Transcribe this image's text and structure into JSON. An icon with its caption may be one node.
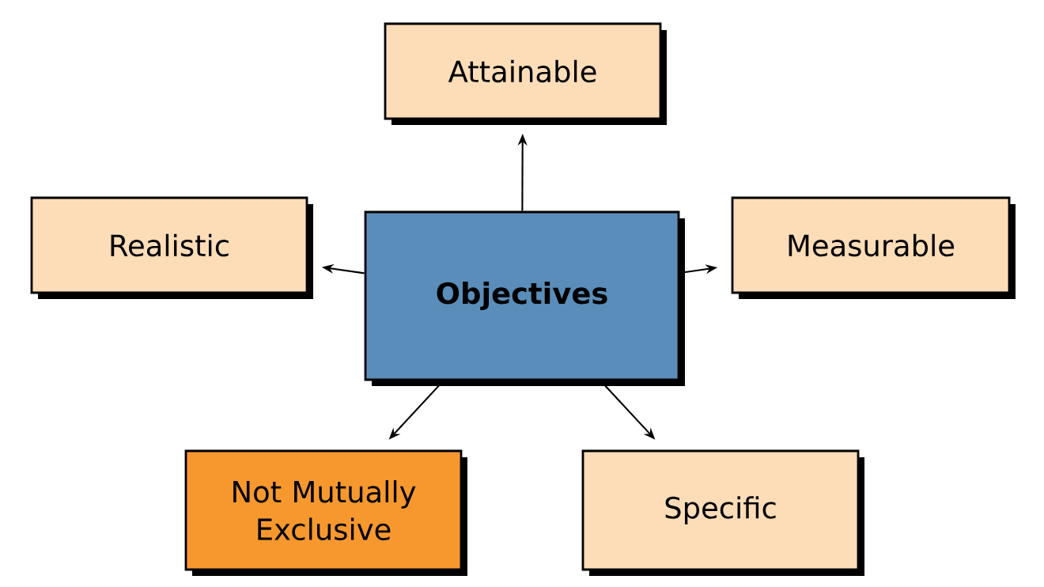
{
  "diagram": {
    "nodes": [
      {
        "text": [
          "Attainable"
        ]
      },
      {
        "text": [
          "Realistic"
        ]
      },
      {
        "text": [
          "Objectives"
        ]
      },
      {
        "text": [
          "Measurable"
        ]
      },
      {
        "text": [
          "Not Mutually Exclusive"
        ]
      },
      {
        "text": [
          "Specific"
        ]
      }
    ],
    "edges": [
      {
        "from": 2,
        "to": 0,
        "arrow": "to"
      },
      {
        "from": 2,
        "to": 1,
        "arrow": "to"
      },
      {
        "from": 2,
        "to": 3,
        "arrow": "to"
      },
      {
        "from": 2,
        "to": 4,
        "arrow": "to"
      },
      {
        "from": 2,
        "to": 5,
        "arrow": "to"
      }
    ]
  }
}
